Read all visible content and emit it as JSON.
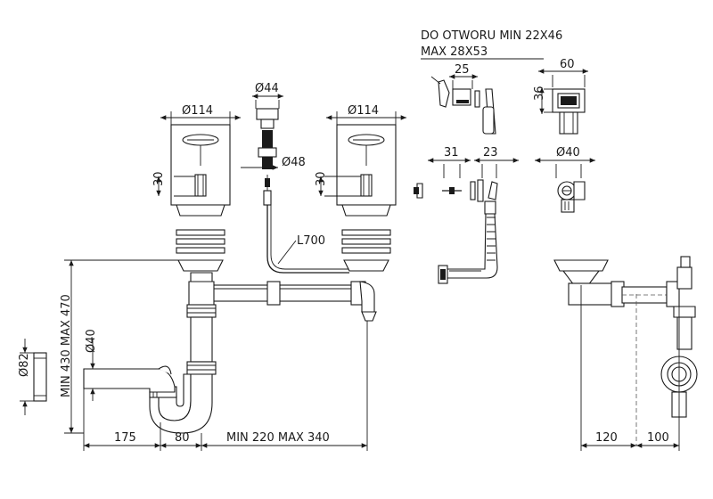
{
  "header": {
    "note_line1": "DO OTWORU MIN 22X46",
    "note_line2": "MAX 28X53"
  },
  "dimensions": {
    "left_bowl_diameter": "Ø114",
    "right_bowl_diameter": "Ø114",
    "overflow_cap_diameter": "Ø44",
    "overflow_body_diameter": "Ø48",
    "left_strainer_height": "30",
    "right_strainer_height": "30",
    "cable_length": "L700",
    "overflow_plate_width": "25",
    "overflow_outlet_width": "31",
    "overflow_outlet_depth": "23",
    "button_width": "60",
    "button_height": "36",
    "button_diameter": "Ø40",
    "trap_height": "MIN 430 MAX 470",
    "outlet_diameter": "Ø82",
    "pipe_diameter": "Ø40",
    "base_175": "175",
    "base_80": "80",
    "base_span": "MIN 220 MAX 340",
    "side_120": "120",
    "side_100": "100"
  }
}
